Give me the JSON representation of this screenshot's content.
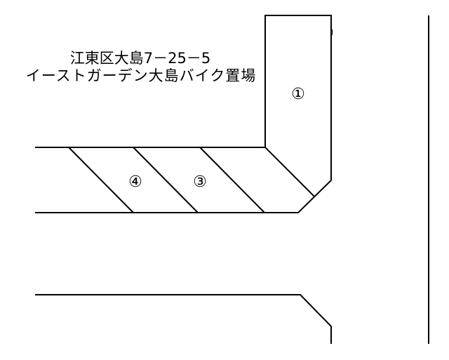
{
  "title": {
    "address": "江東区大島7－25－5",
    "name": "イーストガーデン大島バイク置場"
  },
  "spaces": [
    {
      "label": "①"
    },
    {
      "label": "③"
    },
    {
      "label": "④"
    }
  ]
}
